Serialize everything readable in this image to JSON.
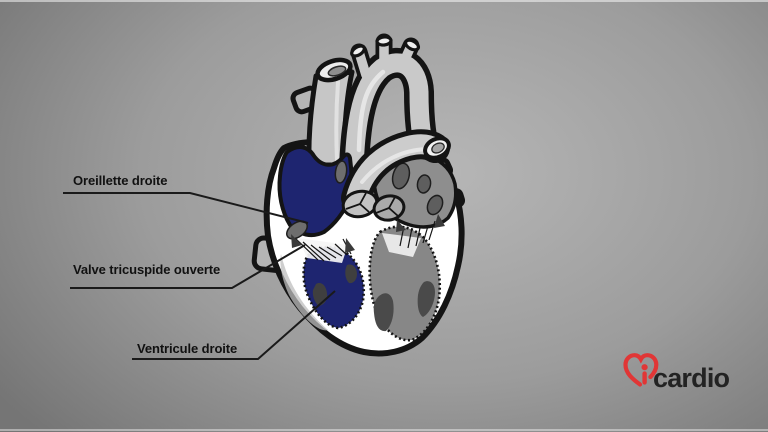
{
  "scene": {
    "type": "heart-anatomy-educational-diagram",
    "language": "French"
  },
  "colors": {
    "bg_center": "#b6b6b6",
    "bg_edge": "#757575",
    "highlight_blue": "#1e2570",
    "outline": "#141414",
    "label_color": "#111111",
    "logo_red": "#e13636",
    "logo_text_color": "#232323"
  },
  "labels": [
    {
      "id": "right-atrium",
      "text": "Oreillette droite"
    },
    {
      "id": "tricuspid-valve",
      "text": "Valve tricuspide ouverte"
    },
    {
      "id": "right-ventricle",
      "text": "Ventricule droite"
    }
  ],
  "logo": {
    "text": "cardio",
    "icon": "heart-outline-with-i-icon"
  }
}
